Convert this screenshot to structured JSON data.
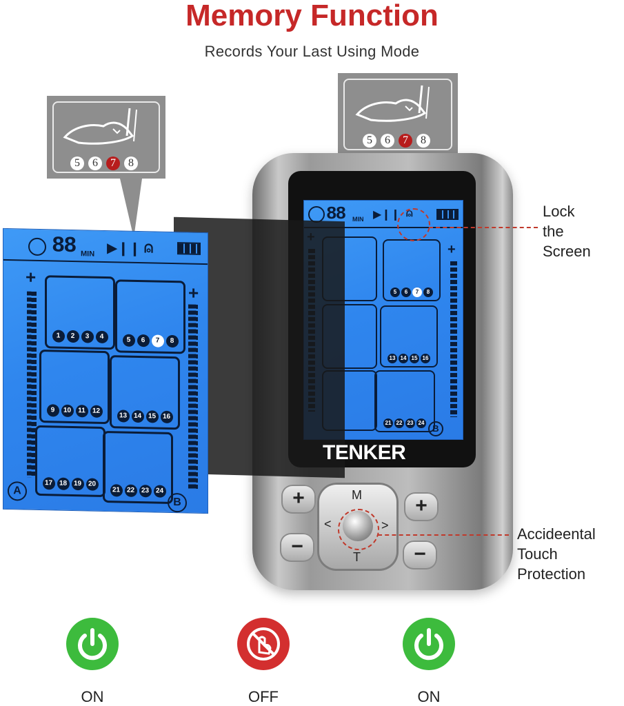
{
  "header": {
    "title": "Memory Function",
    "subtitle": "Records Your Last Using Mode",
    "title_color": "#c62828"
  },
  "bubble": {
    "digits": [
      "5",
      "6",
      "7",
      "8"
    ],
    "active_digit": "7"
  },
  "lcd": {
    "timer": "88",
    "timer_unit": "MIN",
    "play_pause": "▶❙❙",
    "plus": "+",
    "channel_a": "A",
    "channel_b": "B",
    "program_groups": [
      [
        "1",
        "2",
        "3",
        "4"
      ],
      [
        "5",
        "6",
        "7",
        "8"
      ],
      [
        "9",
        "10",
        "11",
        "12"
      ],
      [
        "13",
        "14",
        "15",
        "16"
      ],
      [
        "17",
        "18",
        "19",
        "20"
      ],
      [
        "21",
        "22",
        "23",
        "24"
      ]
    ],
    "lit_number": "7"
  },
  "device": {
    "brand": "TENKER",
    "menu_label": "M",
    "plus": "+",
    "minus": "−",
    "left_arrow": "<",
    "right_arrow": ">",
    "down_label": "T"
  },
  "callouts": {
    "lock_line1": "Lock",
    "lock_line2": "the",
    "lock_line3": "Screen",
    "touch_line1": "Accideental",
    "touch_line2": "Touch",
    "touch_line3": "Protection",
    "accent": "#c0392b"
  },
  "status": [
    {
      "label": "ON",
      "icon": "power-icon",
      "color": "#3dbb3d"
    },
    {
      "label": "OFF",
      "icon": "no-touch-icon",
      "color": "#d32f2f"
    },
    {
      "label": "ON",
      "icon": "power-icon",
      "color": "#3dbb3d"
    }
  ]
}
